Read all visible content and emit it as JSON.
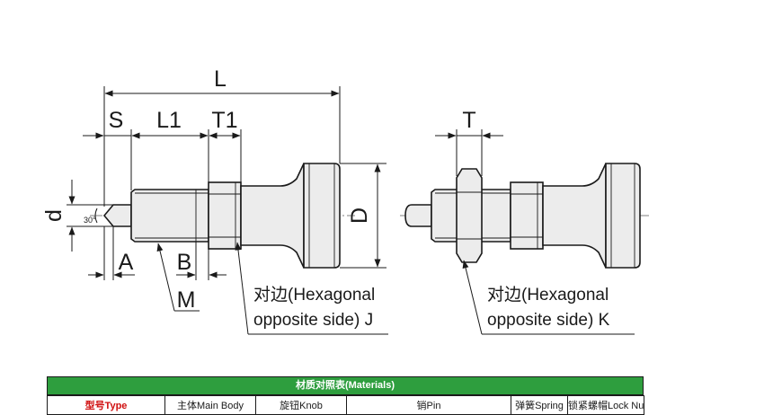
{
  "drawing": {
    "dims": {
      "L": "L",
      "S": "S",
      "L1": "L1",
      "T1": "T1",
      "T": "T",
      "d": "d",
      "D": "D",
      "A": "A",
      "B": "B",
      "M": "M"
    },
    "angle": "30°",
    "note_left": {
      "line1": "对边(Hexagonal",
      "line2": "opposite side) J"
    },
    "note_right": {
      "line1": "对边(Hexagonal",
      "line2": "opposite side) K"
    }
  },
  "materials": {
    "title": "材质对照表(Materials)",
    "headers": [
      "型号Type",
      "主体Main Body",
      "旋钮Knob",
      "销Pin",
      "弹簧Spring",
      "锁紧螺帽Lock Nut"
    ]
  },
  "colors": {
    "header_green": "#2e9e3e",
    "type_red": "#d01010",
    "part_fill": "#ececec"
  }
}
